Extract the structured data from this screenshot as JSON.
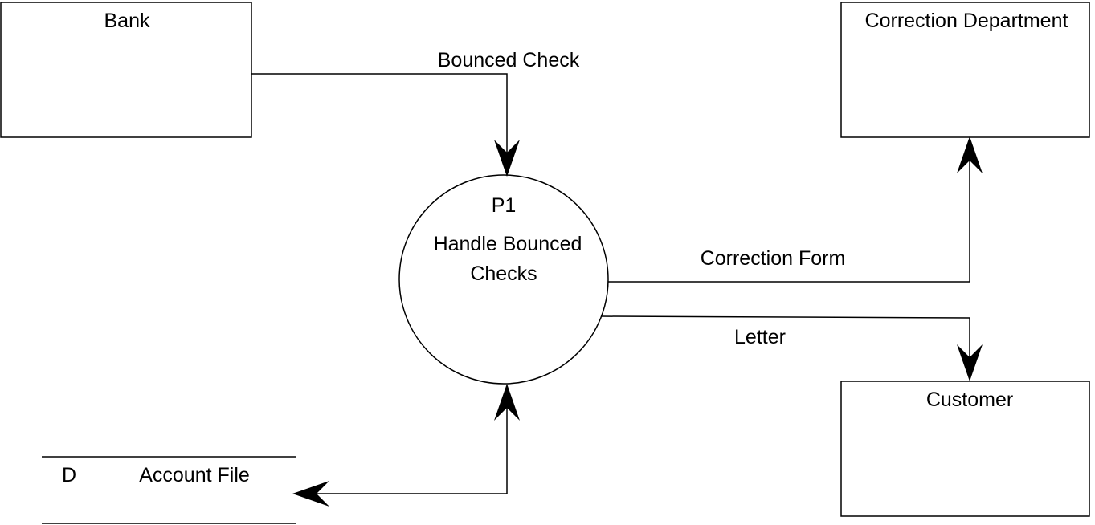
{
  "entities": {
    "bank": "Bank",
    "correction_department": "Correction Department",
    "customer": "Customer"
  },
  "process": {
    "id": "P1",
    "name_line1": "Handle Bounced",
    "name_line2": "Checks"
  },
  "data_store": {
    "id": "D",
    "name": "Account File"
  },
  "flows": {
    "bounced_check": "Bounced Check",
    "correction_form": "Correction Form",
    "letter": "Letter"
  }
}
